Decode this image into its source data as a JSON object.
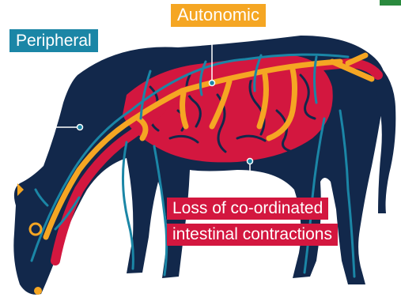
{
  "labels": {
    "autonomic": "Autonomic",
    "peripheral": "Peripheral",
    "loss_line1": "Loss of co-ordinated",
    "loss_line2": "intestinal contractions"
  },
  "colors": {
    "body": "#12284b",
    "autonomic": "#f5a623",
    "peripheral": "#1b86a6",
    "intestine": "#d3173f",
    "corner": "#2a8a3e",
    "background": "#ffffff"
  }
}
